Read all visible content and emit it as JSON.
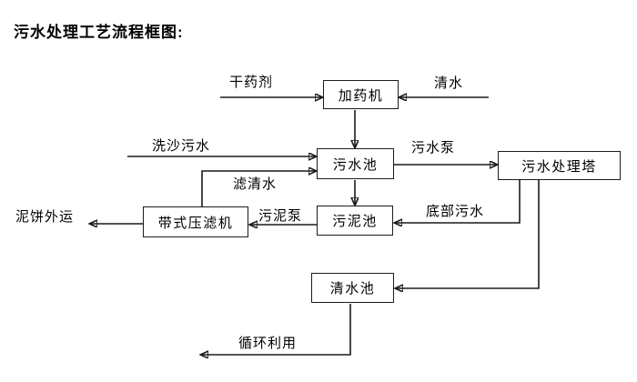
{
  "title": "污水处理工艺流程框图:",
  "nodes": {
    "dosing_machine": "加药机",
    "sewage_pool": "污水池",
    "treatment_tower": "污水处理塔",
    "sludge_pool": "污泥池",
    "belt_filter_press": "带式压滤机",
    "clean_water_pool": "清水池"
  },
  "flow_labels": {
    "dry_chemical": "干药剂",
    "clean_water": "清水",
    "sand_washing_sewage": "洗沙污水",
    "sewage_pump": "污水泵",
    "filtered_water": "滤清水",
    "sludge_pump": "污泥泵",
    "bottom_sewage": "底部污水",
    "mud_cake_transport": "泥饼外运",
    "recycling": "循环利用"
  },
  "colors": {
    "line": "#1a1a1a",
    "text": "#000000",
    "background": "#ffffff"
  }
}
